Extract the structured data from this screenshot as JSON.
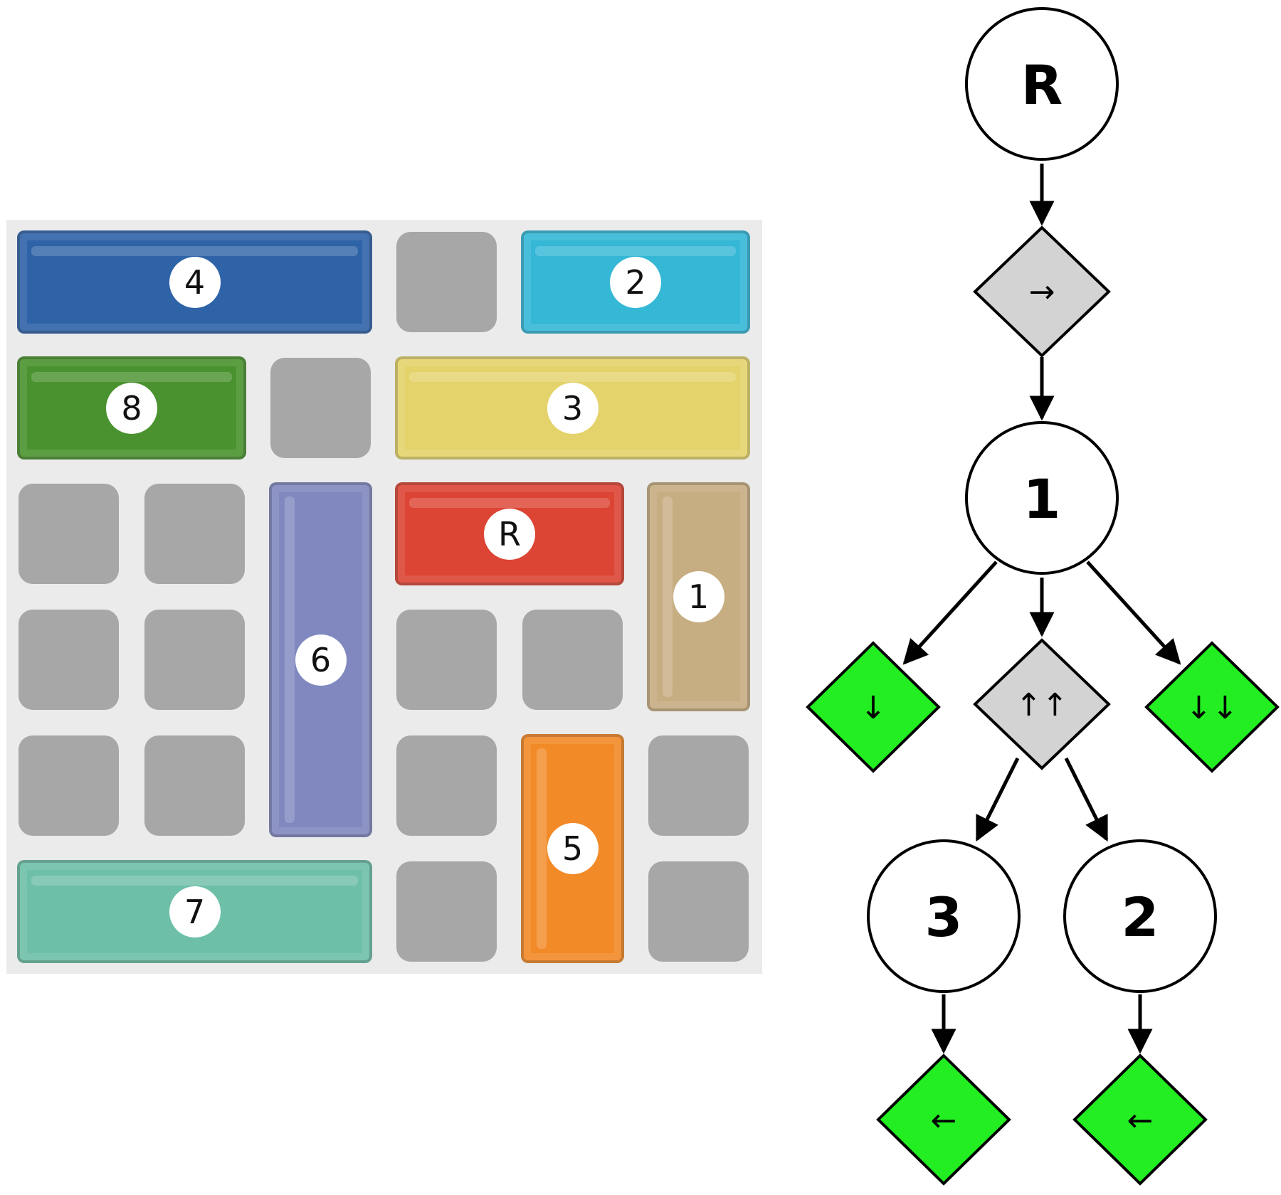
{
  "board": {
    "cars": [
      {
        "id": "car-4",
        "label": "4",
        "color": "#2f63a8",
        "orientation": "horizontal",
        "row": 0,
        "col": 0,
        "length": 3
      },
      {
        "id": "car-2",
        "label": "2",
        "color": "#35b7d6",
        "orientation": "horizontal",
        "row": 0,
        "col": 4,
        "length": 2
      },
      {
        "id": "car-8",
        "label": "8",
        "color": "#4a922f",
        "orientation": "horizontal",
        "row": 1,
        "col": 0,
        "length": 2
      },
      {
        "id": "car-3",
        "label": "3",
        "color": "#e4d36b",
        "orientation": "horizontal",
        "row": 1,
        "col": 3,
        "length": 3
      },
      {
        "id": "car-r",
        "label": "R",
        "color": "#dc4434",
        "orientation": "horizontal",
        "row": 2,
        "col": 3,
        "length": 2
      },
      {
        "id": "car-1",
        "label": "1",
        "color": "#c7ad82",
        "orientation": "vertical",
        "row": 2,
        "col": 5,
        "length": 2
      },
      {
        "id": "car-6",
        "label": "6",
        "color": "#8088bf",
        "orientation": "vertical",
        "row": 2,
        "col": 2,
        "length": 3
      },
      {
        "id": "car-5",
        "label": "5",
        "color": "#f28a28",
        "orientation": "vertical",
        "row": 4,
        "col": 4,
        "length": 2
      },
      {
        "id": "car-7",
        "label": "7",
        "color": "#6ebfa8",
        "orientation": "horizontal",
        "row": 5,
        "col": 0,
        "length": 3
      }
    ]
  },
  "tree": {
    "nodes": [
      {
        "id": "R",
        "label": "R"
      },
      {
        "id": "1",
        "label": "1"
      },
      {
        "id": "3",
        "label": "3"
      },
      {
        "id": "2",
        "label": "2"
      }
    ],
    "actions": [
      {
        "id": "a-right",
        "label": "→",
        "color": "#d3d3d3"
      },
      {
        "id": "a-down",
        "label": "↓",
        "color": "#22ee22"
      },
      {
        "id": "a-upup",
        "label": "↑↑",
        "color": "#d3d3d3"
      },
      {
        "id": "a-downdown",
        "label": "↓↓",
        "color": "#22ee22"
      },
      {
        "id": "a-left-3",
        "label": "←",
        "color": "#22ee22"
      },
      {
        "id": "a-left-2",
        "label": "←",
        "color": "#22ee22"
      }
    ]
  }
}
